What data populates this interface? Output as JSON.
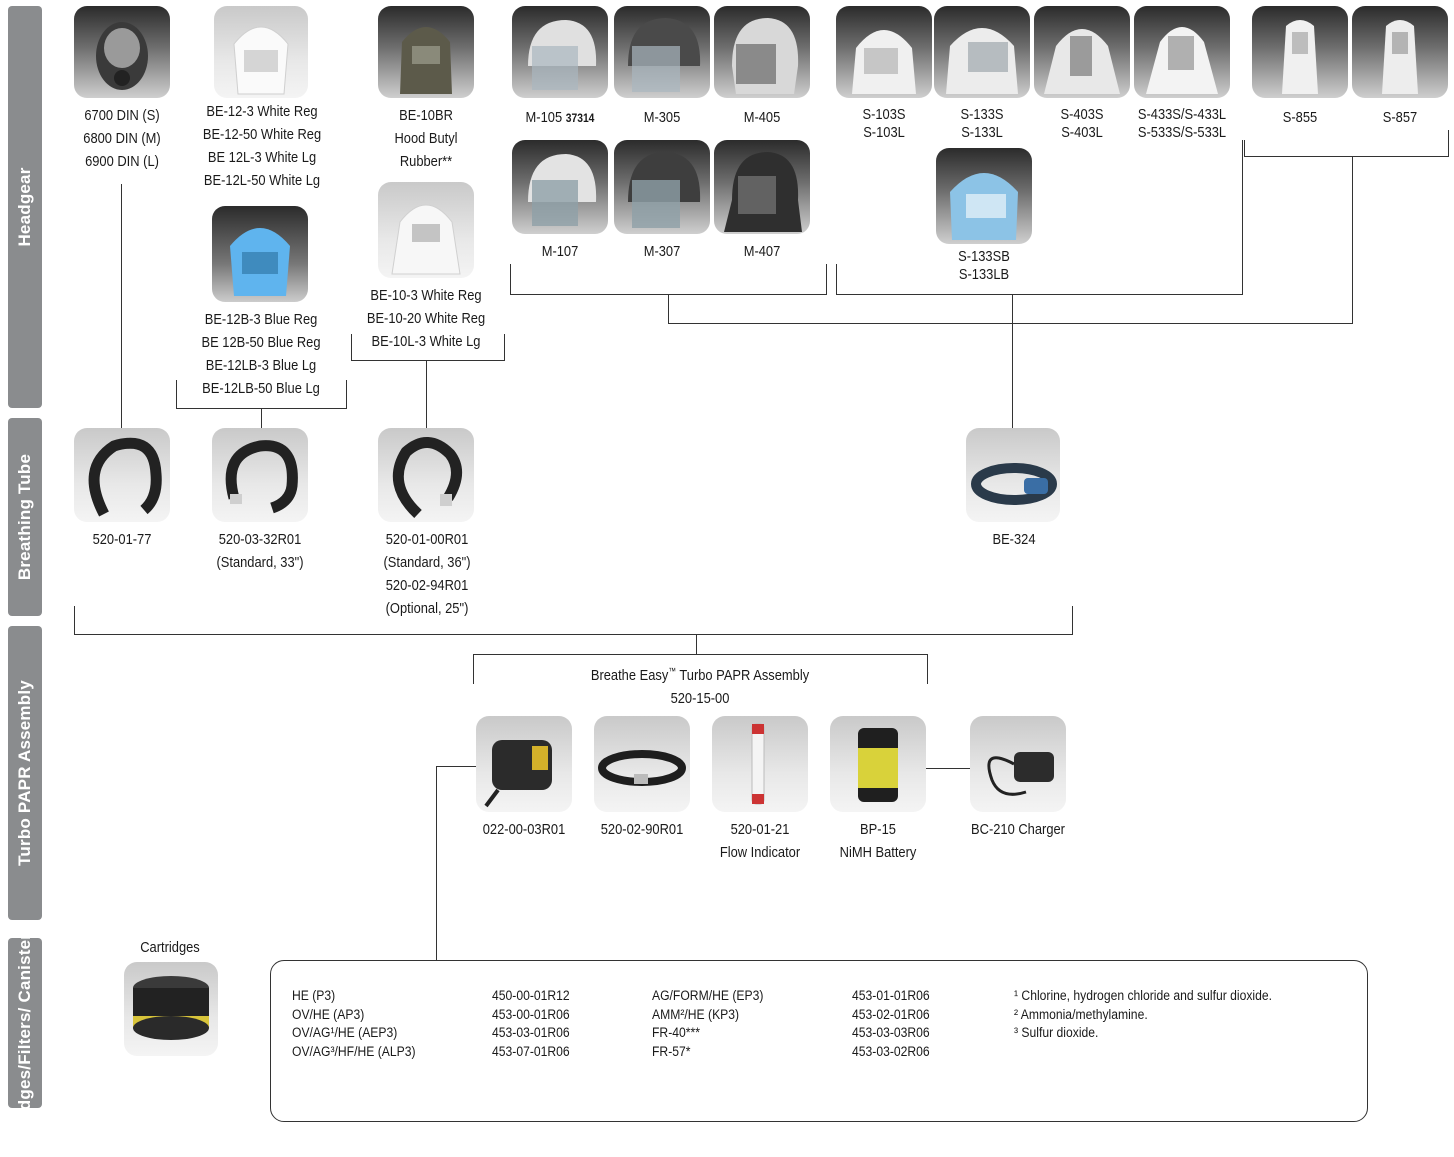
{
  "sections": {
    "headgear": "Headgear",
    "breathing_tube": "Breathing Tube",
    "turbo": "Turbo PAPR Assembly",
    "cartridges": "Cartridges/Filters/ Canisters"
  },
  "headgear": {
    "facepiece": [
      "6700 DIN (S)",
      "6800 DIN (M)",
      "6900 DIN (L)"
    ],
    "be12_white": [
      "BE-12-3 White Reg",
      "BE-12-50 White Reg",
      "BE 12L-3 White Lg",
      "BE-12L-50 White Lg"
    ],
    "be12_blue": [
      "BE-12B-3 Blue Reg",
      "BE 12B-50 Blue Reg",
      "BE-12LB-3 Blue Lg",
      "BE-12LB-50 Blue Lg"
    ],
    "be10br": [
      "BE-10BR",
      "Hood Butyl",
      "Rubber**"
    ],
    "be10_white": [
      "BE-10-3 White Reg",
      "BE-10-20 White Reg",
      "BE-10L-3 White Lg"
    ],
    "m105": "M-105",
    "m105_code": "37314",
    "m305": "M-305",
    "m405": "M-405",
    "m107": "M-107",
    "m307": "M-307",
    "m407": "M-407",
    "s103": [
      "S-103S",
      "S-103L"
    ],
    "s133": [
      "S-133S",
      "S-133L"
    ],
    "s403": [
      "S-403S",
      "S-403L"
    ],
    "s433": [
      "S-433S/S-433L",
      "S-533S/S-533L"
    ],
    "s133b": [
      "S-133SB",
      "S-133LB"
    ],
    "s855": "S-855",
    "s857": "S-857"
  },
  "tubes": {
    "t1": [
      "520-01-77"
    ],
    "t2": [
      "520-03-32R01",
      "(Standard, 33\")"
    ],
    "t3": [
      "520-01-00R01",
      "(Standard, 36\")",
      "520-02-94R01",
      "(Optional, 25\")"
    ],
    "t4": [
      "BE-324"
    ]
  },
  "assembly": {
    "title_pre": "Breathe Easy",
    "tm": "™",
    "title_post": " Turbo PAPR Assembly",
    "number": "520-15-00",
    "items": [
      [
        "022-00-03R01"
      ],
      [
        "520-02-90R01"
      ],
      [
        "520-01-21",
        "Flow Indicator"
      ],
      [
        "BP-15",
        "NiMH Battery"
      ],
      [
        "BC-210 Charger"
      ]
    ]
  },
  "cartridges": {
    "label": "Cartridges",
    "col1": [
      "HE (P3)",
      "OV/HE (AP3)",
      "OV/AG¹/HE (AEP3)",
      "OV/AG³/HF/HE (ALP3)"
    ],
    "col2": [
      "450-00-01R12",
      "453-00-01R06",
      "453-03-01R06",
      "453-07-01R06"
    ],
    "col3": [
      "AG/FORM/HE (EP3)",
      "AMM²/HE (KP3)",
      "FR-40***",
      "FR-57*"
    ],
    "col4": [
      "453-01-01R06",
      "453-02-01R06",
      "453-03-03R06",
      "453-03-02R06"
    ],
    "notes": [
      "¹ Chlorine, hydrogen chloride and sulfur dioxide.",
      "² Ammonia/methylamine.",
      "³ Sulfur dioxide."
    ]
  },
  "icons": [
    "facepiece-icon",
    "hood-icon",
    "helmet-icon",
    "tube-icon",
    "blower-icon",
    "belt-icon",
    "flow-indicator-icon",
    "battery-icon",
    "charger-icon",
    "cartridge-icon"
  ]
}
